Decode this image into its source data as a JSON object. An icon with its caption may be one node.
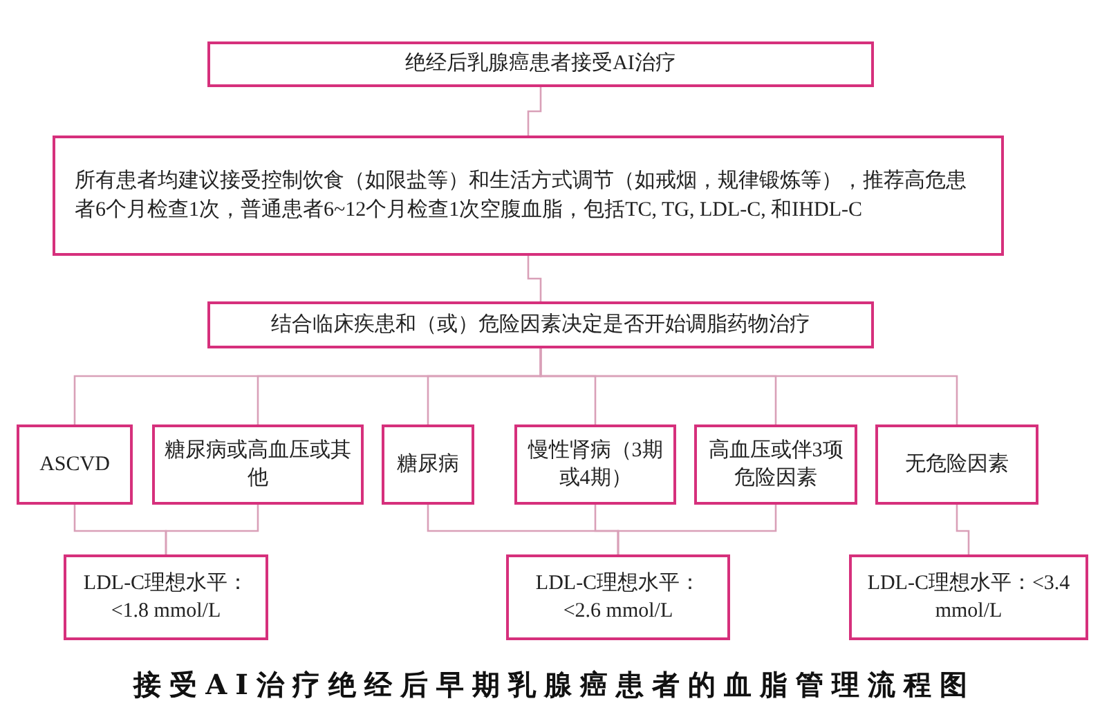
{
  "diagram": {
    "caption": "接受AI治疗绝经后早期乳腺癌患者的血脂管理流程图",
    "nodes": [
      {
        "text": [
          "绝经后乳腺癌患者接受AI治疗"
        ]
      },
      {
        "text": [
          "所有患者均建议接受控制饮食（如限盐等）和生活方式调节（如戒烟，规律锻炼等），推荐高危患者6个月检查1次，普通患者6~12个月检查1次空腹血脂，包括TC, TG, LDL-C, 和IHDL-C"
        ]
      },
      {
        "text": [
          "结合临床疾患和（或）危险因素决定是否开始调脂药物治疗"
        ]
      },
      {
        "text": [
          "ASCVD"
        ]
      },
      {
        "text": [
          "糖尿病或高血压或其他"
        ]
      },
      {
        "text": [
          "糖尿病"
        ]
      },
      {
        "text": [
          "慢性肾病（3期或4期）"
        ]
      },
      {
        "text": [
          "高血压或伴3项危险因素"
        ]
      },
      {
        "text": [
          "无危险因素"
        ]
      },
      {
        "text": [
          "LDL-C理想水平：<1.8 mmol/L"
        ]
      },
      {
        "text": [
          "LDL-C理想水平：<2.6 mmol/L"
        ]
      },
      {
        "text": [
          "LDL-C理想水平：<3.4 mmol/L"
        ]
      }
    ],
    "edges": [
      {
        "from": 0,
        "to": 1,
        "arrow": "none"
      },
      {
        "from": 1,
        "to": 2,
        "arrow": "none"
      },
      {
        "from": 2,
        "to": 3,
        "arrow": "none"
      },
      {
        "from": 2,
        "to": 4,
        "arrow": "none"
      },
      {
        "from": 2,
        "to": 5,
        "arrow": "none"
      },
      {
        "from": 2,
        "to": 6,
        "arrow": "none"
      },
      {
        "from": 2,
        "to": 7,
        "arrow": "none"
      },
      {
        "from": 2,
        "to": 8,
        "arrow": "none"
      },
      {
        "from": 3,
        "to": 9,
        "arrow": "none"
      },
      {
        "from": 4,
        "to": 9,
        "arrow": "none"
      },
      {
        "from": 5,
        "to": 10,
        "arrow": "none"
      },
      {
        "from": 6,
        "to": 10,
        "arrow": "none"
      },
      {
        "from": 7,
        "to": 10,
        "arrow": "none"
      },
      {
        "from": 8,
        "to": 11,
        "arrow": "none"
      }
    ]
  }
}
